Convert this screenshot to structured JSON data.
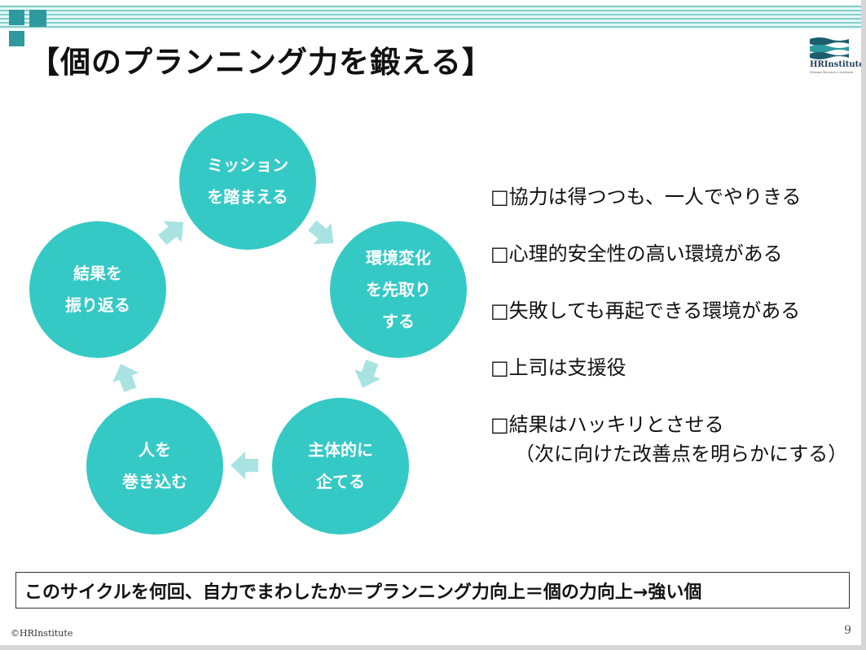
{
  "slide": {
    "title": "【個のプランニング力を鍛える】",
    "logo": {
      "name": "HRInstitute",
      "subtitle": "Human Resource Institute"
    },
    "cycle": [
      {
        "id": "mission",
        "lines": [
          "ミッション",
          "を踏まえる"
        ]
      },
      {
        "id": "environment",
        "lines": [
          "環境変化",
          "を先取り",
          "する"
        ]
      },
      {
        "id": "plan",
        "lines": [
          "主体的に",
          "企てる"
        ]
      },
      {
        "id": "involve",
        "lines": [
          "人を",
          "巻き込む"
        ]
      },
      {
        "id": "reflect",
        "lines": [
          "結果を",
          "振り返る"
        ]
      }
    ],
    "checklist": [
      {
        "text": "□協力は得つつも、一人でやりきる"
      },
      {
        "text": "□心理的安全性の高い環境がある"
      },
      {
        "text": "□失敗しても再起できる環境がある"
      },
      {
        "text": "□上司は支援役"
      },
      {
        "text": "□結果はハッキリとさせる",
        "sub": "（次に向けた改善点を明らかにする）"
      }
    ],
    "summary": "このサイクルを何回、自力でまわしたか＝プランニング力向上＝個の力向上→強い個",
    "footer": "©HRInstitute",
    "page_number": "9",
    "colors": {
      "circle": "#35c9c6",
      "arrow": "#a9e3e1",
      "accent": "#2e9aa0",
      "stripe": "#7fcfcc"
    }
  }
}
